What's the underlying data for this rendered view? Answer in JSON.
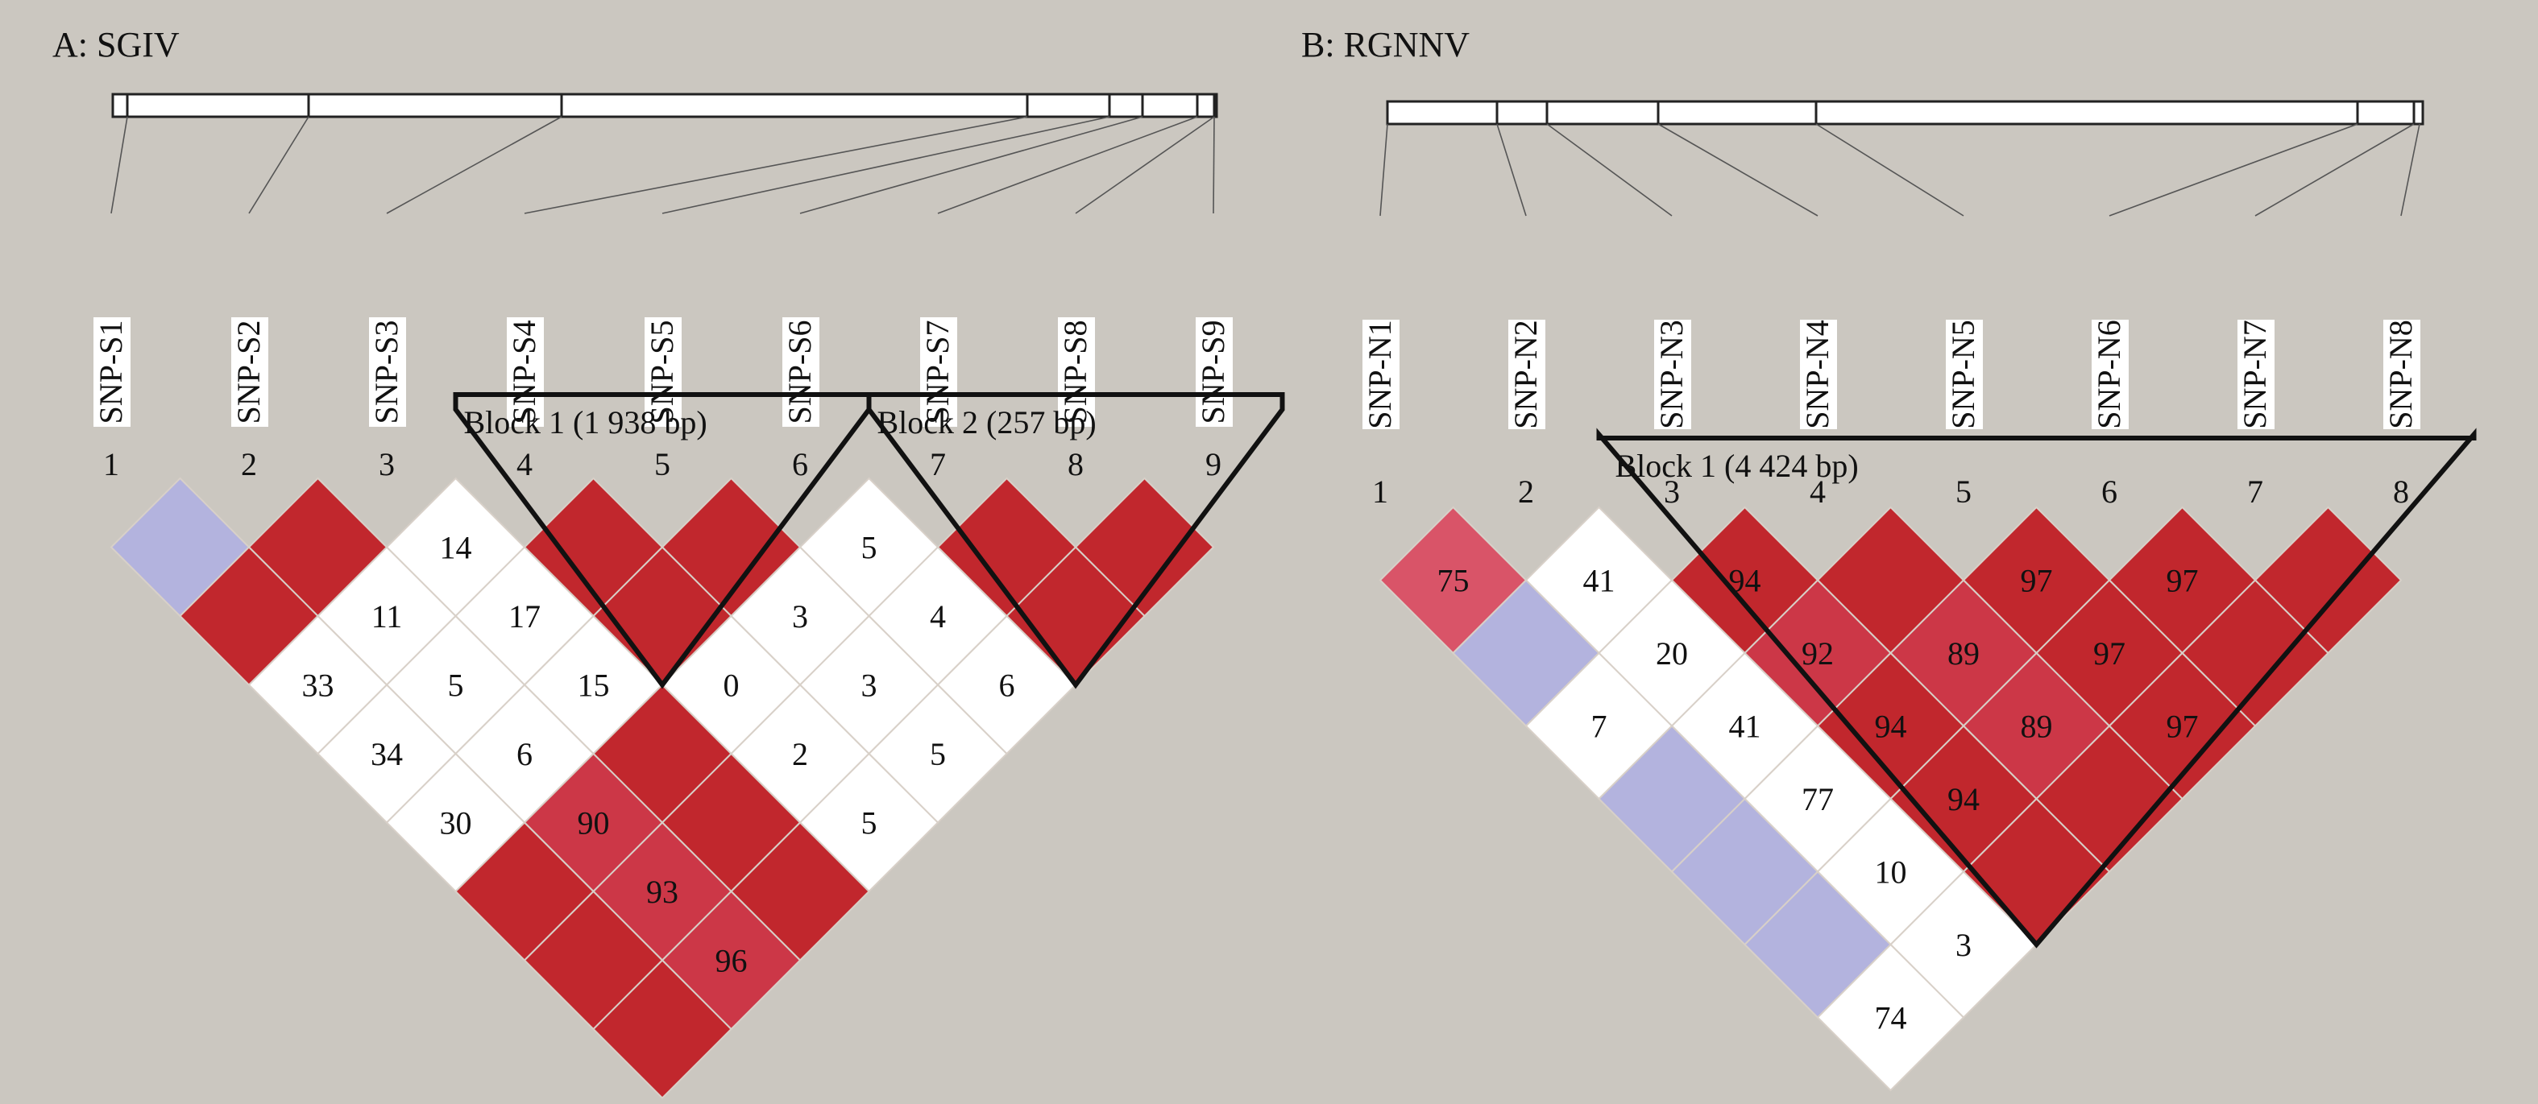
{
  "panels": [
    {
      "id": "A",
      "title": "A: SGIV",
      "snps": [
        "SNP-S1",
        "SNP-S2",
        "SNP-S3",
        "SNP-S4",
        "SNP-S5",
        "SNP-S6",
        "SNP-S7",
        "SNP-S8",
        "SNP-S9"
      ],
      "index_labels": [
        "1",
        "2",
        "3",
        "4",
        "5",
        "6",
        "7",
        "8",
        "9"
      ],
      "blocks": [
        {
          "label": "Block 1 (1 938 bp)",
          "from": 4,
          "to": 6
        },
        {
          "label": "Block 2 (257 bp)",
          "from": 7,
          "to": 9
        }
      ],
      "ld_matrix": [
        [
          "lblue",
          "red",
          "w:14",
          "red",
          "red",
          "w:5",
          "red",
          "red"
        ],
        [
          "red",
          "w:11",
          "w:17",
          "red",
          "w:3",
          "w:4",
          "red"
        ],
        [
          "w:33",
          "w:5",
          "w:15",
          "w:0",
          "w:3",
          "w:6"
        ],
        [
          "w:34",
          "w:6",
          "red",
          "w:2",
          "w:5"
        ],
        [
          "w:30",
          "d:90",
          "red",
          "w:5"
        ],
        [
          "red",
          "d:93",
          "red"
        ],
        [
          "red",
          "d:96"
        ],
        [
          "red"
        ]
      ]
    },
    {
      "id": "B",
      "title": "B: RGNNV",
      "snps": [
        "SNP-N1",
        "SNP-N2",
        "SNP-N3",
        "SNP-N4",
        "SNP-N5",
        "SNP-N6",
        "SNP-N7",
        "SNP-N8"
      ],
      "index_labels": [
        "1",
        "2",
        "3",
        "4",
        "5",
        "6",
        "7",
        "8"
      ],
      "blocks": [
        {
          "label": "Block 1 (4 424 bp)",
          "from": 3,
          "to": 8
        }
      ],
      "ld_matrix": [
        [
          "p:75",
          "w:41",
          "r:94",
          "red",
          "r:97",
          "r:97",
          "red"
        ],
        [
          "lblue",
          "w:20",
          "d:92",
          "d:89",
          "r:97",
          "red"
        ],
        [
          "w:7",
          "w:41",
          "r:94",
          "d:89",
          "r:97"
        ],
        [
          "lblue",
          "w:77",
          "r:94",
          "red"
        ],
        [
          "lblue",
          "w:10",
          "red"
        ],
        [
          "lblue",
          "w:3"
        ],
        [
          "w:74"
        ]
      ]
    }
  ],
  "colors": {
    "background": "#cbc7c0",
    "red": "#c1272d",
    "dark_pink": "#cc3747",
    "pink": "#d95468",
    "light_blue": "#b3b3de",
    "white": "#ffffff",
    "grid_line": "#d8d0c8",
    "connector": "#555555"
  }
}
